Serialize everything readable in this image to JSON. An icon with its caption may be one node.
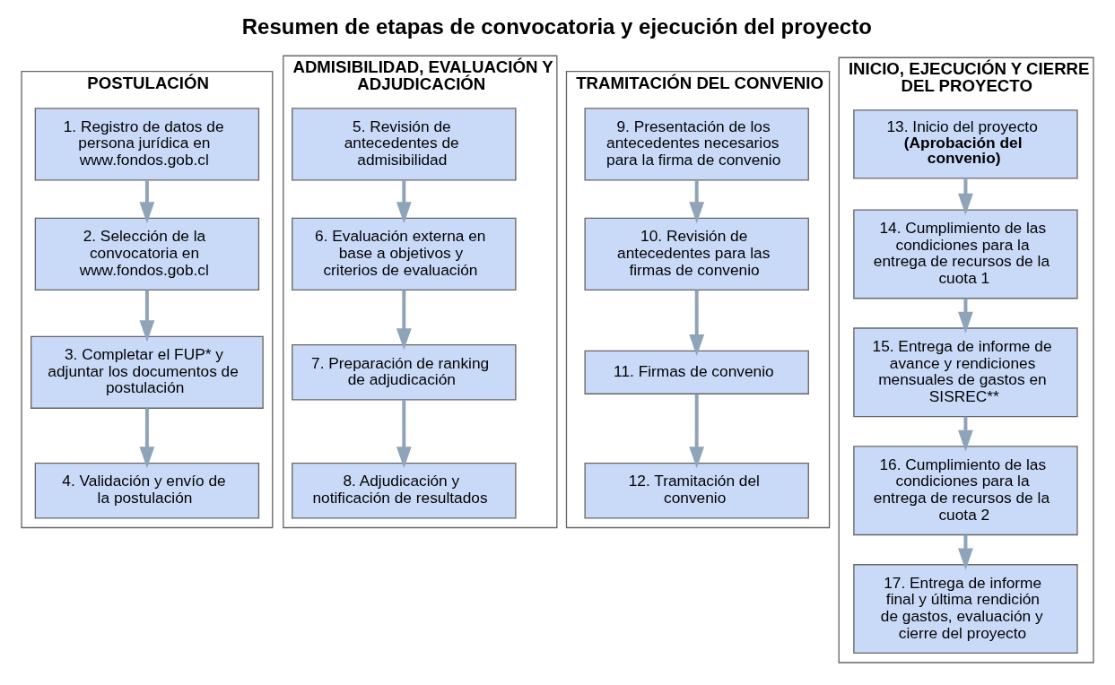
{
  "diagram": {
    "title": "Resumen de etapas de convocatoria y ejecución del proyecto",
    "nodes": [
      {
        "text": [
          "POSTULACIÓN"
        ]
      },
      {
        "text": [
          "1. Registro de datos de persona jurídica en www.fondos.gob.cl"
        ],
        "in": 0
      },
      {
        "text": [
          "2. Selección de la convocatoria en www.fondos.gob.cl"
        ],
        "in": 0
      },
      {
        "text": [
          "3. Completar el FUP* y adjuntar los documentos de postulación"
        ],
        "in": 0
      },
      {
        "text": [
          "4. Validación y envío de la postulación"
        ],
        "in": 0
      },
      {
        "text": [
          "ADMISIBILIDAD, EVALUACIÓN Y ADJUDICACIÓN"
        ]
      },
      {
        "text": [
          "5. Revisión de antecedentes de admisibilidad"
        ],
        "in": 5
      },
      {
        "text": [
          "6. Evaluación externa en base a objetivos y criterios de evaluación"
        ],
        "in": 5
      },
      {
        "text": [
          "7. Preparación de ranking de adjudicación"
        ],
        "in": 5
      },
      {
        "text": [
          "8. Adjudicación y notificación de resultados"
        ],
        "in": 5
      },
      {
        "text": [
          "TRAMITACIÓN DEL CONVENIO"
        ]
      },
      {
        "text": [
          "9. Presentación de los antecedentes necesarios para la firma de convenio"
        ],
        "in": 10
      },
      {
        "text": [
          "10. Revisión de antecedentes para las firmas de convenio"
        ],
        "in": 10
      },
      {
        "text": [
          "11. Firmas de convenio"
        ],
        "in": 10
      },
      {
        "text": [
          "12. Tramitación del convenio"
        ],
        "in": 10
      },
      {
        "text": [
          "INICIO, EJECUCIÓN Y CIERRE DEL PROYECTO"
        ]
      },
      {
        "text": [
          "13. Inicio del proyecto **(Aprobación del convenio)**"
        ],
        "in": 15
      },
      {
        "text": [
          "14. Cumplimiento de las condiciones para la entrega de recursos de la cuota 1"
        ],
        "in": 15
      },
      {
        "text": [
          "15. Entrega de informe de avance y rendiciones mensuales de gastos en SISREC**"
        ],
        "in": 15
      },
      {
        "text": [
          "16. Cumplimiento de las condiciones para la entrega de recursos de la cuota 2"
        ],
        "in": 15
      },
      {
        "text": [
          "17. Entrega de informe final y última rendición de gastos, evaluación y cierre del proyecto"
        ],
        "in": 15
      }
    ],
    "edges": [
      {
        "from": 1,
        "to": 2,
        "arrow": "to"
      },
      {
        "from": 2,
        "to": 3,
        "arrow": "to"
      },
      {
        "from": 3,
        "to": 4,
        "arrow": "to"
      },
      {
        "from": 6,
        "to": 7,
        "arrow": "to"
      },
      {
        "from": 7,
        "to": 8,
        "arrow": "to"
      },
      {
        "from": 8,
        "to": 9,
        "arrow": "to"
      },
      {
        "from": 11,
        "to": 12,
        "arrow": "to"
      },
      {
        "from": 12,
        "to": 13,
        "arrow": "to"
      },
      {
        "from": 13,
        "to": 14,
        "arrow": "to"
      },
      {
        "from": 16,
        "to": 17,
        "arrow": "to"
      },
      {
        "from": 17,
        "to": 18,
        "arrow": "to"
      },
      {
        "from": 18,
        "to": 19,
        "arrow": "to"
      },
      {
        "from": 19,
        "to": 20,
        "arrow": "to"
      }
    ]
  }
}
